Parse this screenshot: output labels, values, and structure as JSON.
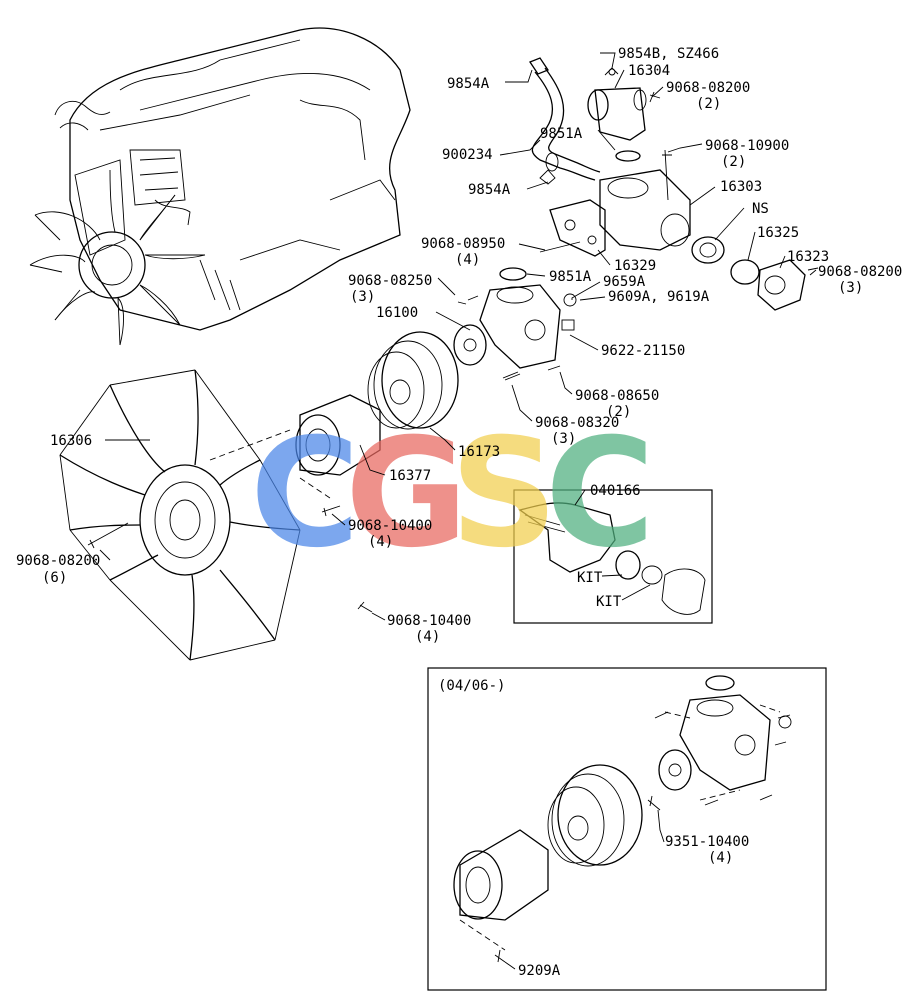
{
  "callouts": {
    "c9854b": "9854B, SZ466",
    "c16304": "16304",
    "c9854a_top": "9854A",
    "c9068_08200_top": "9068-08200",
    "c9068_08200_top_qty": "(2)",
    "c9851a_top": "9851A",
    "c900234": "900234",
    "c9068_10900": "9068-10900",
    "c9068_10900_qty": "(2)",
    "c9854a_bot": "9854A",
    "c16303": "16303",
    "cNS": "NS",
    "c9068_08950": "9068-08950",
    "c9068_08950_qty": "(4)",
    "c16325": "16325",
    "c16329": "16329",
    "c16323": "16323",
    "c9851a_mid": "9851A",
    "c9068_08200_right": "9068-08200",
    "c9068_08200_right_qty": "(3)",
    "c9068_08250": "9068-08250",
    "c9068_08250_qty": "(3)",
    "c9659a": "9659A",
    "c9609a": "9609A, 9619A",
    "c16100": "16100",
    "c9622_21150": "9622-21150",
    "c9068_08650": "9068-08650",
    "c9068_08650_qty": "(2)",
    "c16306": "16306",
    "c9068_08320": "9068-08320",
    "c9068_08320_qty": "(3)",
    "c16173": "16173",
    "c16377": "16377",
    "c040166": "040166",
    "c9068_10400_a": "9068-10400",
    "c9068_10400_a_qty": "(4)",
    "c9068_08200_left": "9068-08200",
    "c9068_08200_left_qty": "(6)",
    "cKIT1": "KIT",
    "cKIT2": "KIT",
    "c9068_10400_b": "9068-10400",
    "c9068_10400_b_qty": "(4)",
    "c9351_10400": "9351-10400",
    "c9351_10400_qty": "(4)",
    "c9209a": "9209A"
  },
  "inset": {
    "date_label": "(04/06-)"
  },
  "watermark": {
    "letters": [
      "C",
      "G",
      "S",
      "C"
    ],
    "colors": [
      "#4a86e8",
      "#e8675f",
      "#f2cf4e",
      "#4fb07f"
    ]
  }
}
